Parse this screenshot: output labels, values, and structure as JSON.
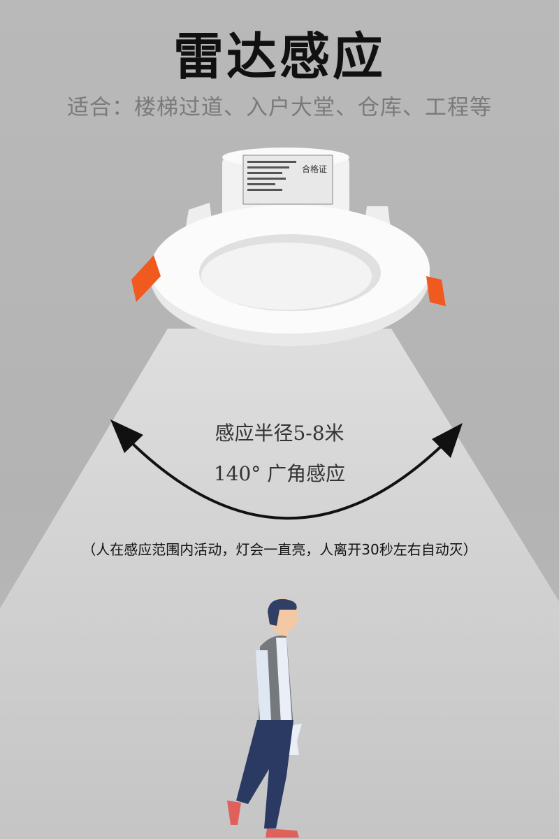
{
  "title": "雷达感应",
  "subtitle": "适合：楼梯过道、入户大堂、仓库、工程等",
  "specs": {
    "radius": "感应半径5-8米",
    "angle": "140° 广角感应"
  },
  "note": "（人在感应范围内活动，灯会一直亮，人离开30秒左右自动灭）",
  "product_label": {
    "certificate": "合格证"
  },
  "colors": {
    "background": "#b7b7b7",
    "clip": "#f05a1e",
    "beam": "#d8d8d8"
  }
}
